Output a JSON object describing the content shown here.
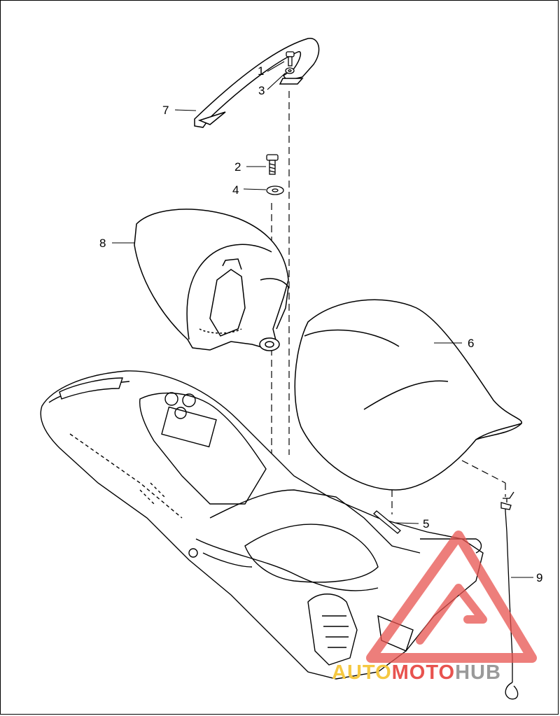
{
  "diagram": {
    "callouts": [
      "1",
      "2",
      "3",
      "4",
      "5",
      "6",
      "7",
      "8",
      "9"
    ]
  },
  "watermark": {
    "word_part1": "AUTO",
    "word_part2": "MOTO",
    "word_part3": "HUB",
    "color_part1": "#f5c842",
    "color_part2": "#e8534f",
    "color_part3": "#9a9a9a",
    "logo_color": "#e8534f"
  }
}
